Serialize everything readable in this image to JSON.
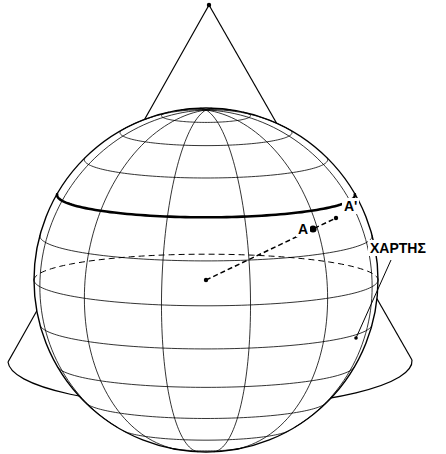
{
  "diagram": {
    "labels": [
      "A",
      "A'",
      "ΧΑΡΤΗΣ"
    ]
  }
}
